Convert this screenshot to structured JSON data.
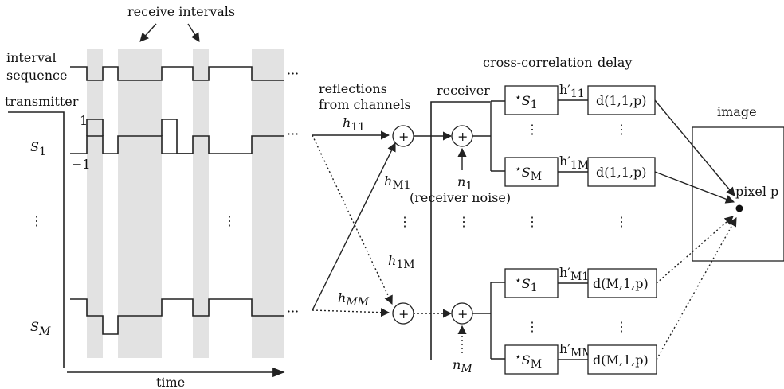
{
  "labels": {
    "receive_intervals": "receive intervals",
    "interval_sequence": [
      "interval",
      "sequence"
    ],
    "transmitter": "transmitter",
    "s1": "S",
    "s1_sub": "1",
    "sm": "S",
    "sm_sub": "M",
    "level_high": "1",
    "level_low": "−1",
    "vdots": "⋮",
    "hdots": "···",
    "time": "time",
    "reflections": [
      "reflections",
      "from channels"
    ],
    "h11": "h",
    "h11_sub": "11",
    "hM1": "h",
    "hM1_sub": "M1",
    "h1M": "h",
    "h1M_sub": "1M",
    "hMM": "h",
    "hMM_sub": "MM",
    "receiver": "receiver",
    "plus": "+",
    "n1": "n",
    "n1_sub": "1",
    "receiver_noise": "(receiver noise)",
    "nM": "n",
    "nM_sub": "M",
    "cross_correlation": "cross-correlation",
    "delay": "delay",
    "corr_s1": "S",
    "corr_s1_sub": "1",
    "corr_sm": "S",
    "corr_sm_sub": "M",
    "star": "⋆",
    "hp11": "h′",
    "hp11_sub": "11",
    "hp1M": "h′",
    "hp1M_sub": "1M",
    "hpM1": "h′",
    "hpM1_sub": "M1",
    "hpMM": "h′",
    "hpMM_sub": "MM",
    "d11p": "d(1,1,p)",
    "dM1p": "d(M,1,p)",
    "image": "image",
    "pixel": "pixel p"
  },
  "colors": {
    "ink": "#222222",
    "shade": "#e2e2e2"
  }
}
